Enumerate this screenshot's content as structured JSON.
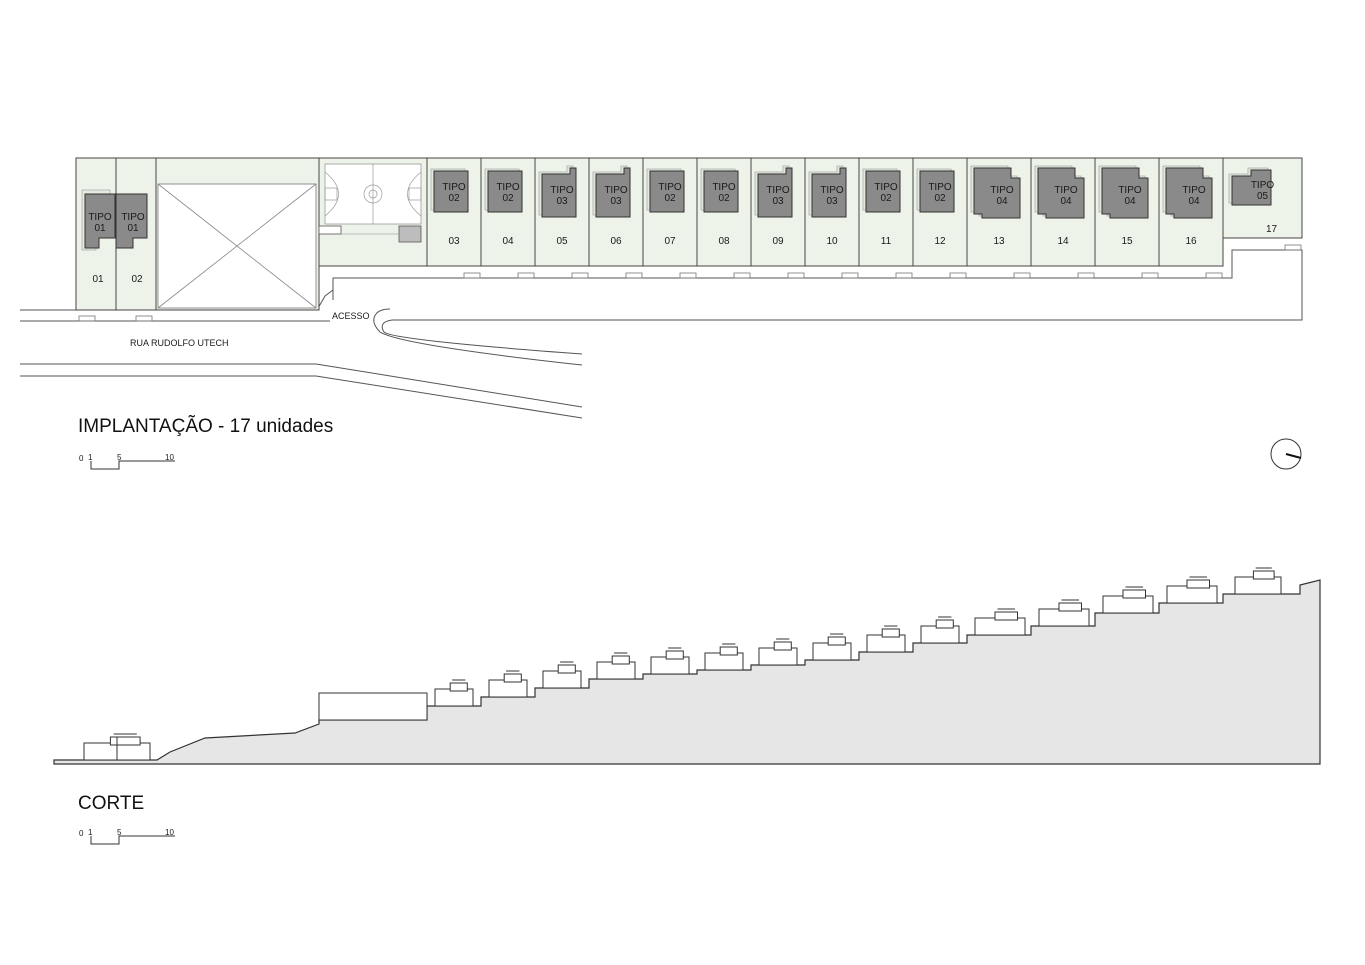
{
  "plan": {
    "title": "IMPLANTAÇÃO - 17 unidades",
    "street": "RUA RUDOLFO UTECH",
    "access": "ACESSO",
    "scale": {
      "labels": [
        "0",
        "1",
        "5",
        "10"
      ]
    },
    "lots": [
      {
        "number": "01",
        "type_line1": "TIPO",
        "type_line2": "01"
      },
      {
        "number": "02",
        "type_line1": "TIPO",
        "type_line2": "01"
      },
      {
        "number": "03",
        "type_line1": "TIPO",
        "type_line2": "02"
      },
      {
        "number": "04",
        "type_line1": "TIPO",
        "type_line2": "02"
      },
      {
        "number": "05",
        "type_line1": "TIPO",
        "type_line2": "03"
      },
      {
        "number": "06",
        "type_line1": "TIPO",
        "type_line2": "03"
      },
      {
        "number": "07",
        "type_line1": "TIPO",
        "type_line2": "02"
      },
      {
        "number": "08",
        "type_line1": "TIPO",
        "type_line2": "02"
      },
      {
        "number": "09",
        "type_line1": "TIPO",
        "type_line2": "03"
      },
      {
        "number": "10",
        "type_line1": "TIPO",
        "type_line2": "03"
      },
      {
        "number": "11",
        "type_line1": "TIPO",
        "type_line2": "02"
      },
      {
        "number": "12",
        "type_line1": "TIPO",
        "type_line2": "02"
      },
      {
        "number": "13",
        "type_line1": "TIPO",
        "type_line2": "04"
      },
      {
        "number": "14",
        "type_line1": "TIPO",
        "type_line2": "04"
      },
      {
        "number": "15",
        "type_line1": "TIPO",
        "type_line2": "04"
      },
      {
        "number": "16",
        "type_line1": "TIPO",
        "type_line2": "04"
      },
      {
        "number": "17",
        "type_line1": "TIPO",
        "type_line2": "05"
      }
    ]
  },
  "section": {
    "title": "CORTE",
    "scale": {
      "labels": [
        "0",
        "1",
        "5",
        "10"
      ]
    }
  },
  "colors": {
    "lot_fill": "#eef3ea",
    "house_fill": "#8a8a8a",
    "terrain_fill": "#e6e6e6",
    "line": "#3a3a3a"
  }
}
